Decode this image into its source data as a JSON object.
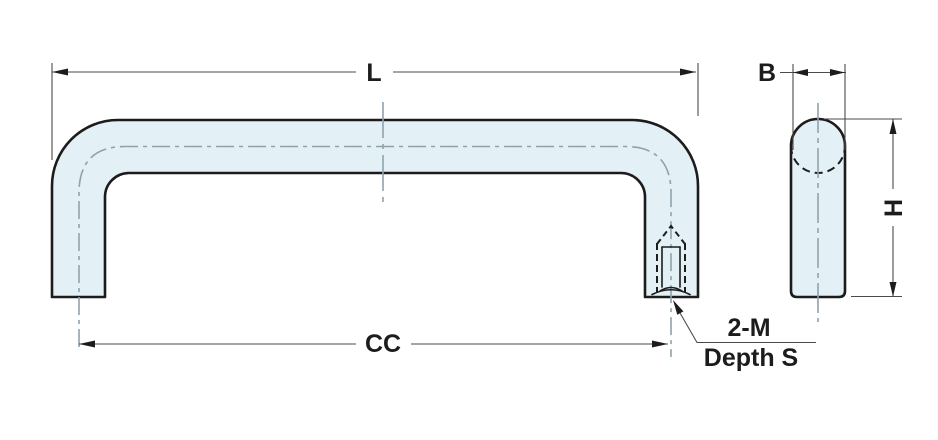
{
  "drawing": {
    "type": "technical-dimension-drawing",
    "subject": "pull-handle",
    "views": [
      "front-view",
      "side-view"
    ]
  },
  "labels": {
    "L": "L",
    "CC": "CC",
    "B": "B",
    "H": "H",
    "thread_count": "2-M",
    "thread_depth": "Depth S"
  },
  "colors": {
    "bg": "#ffffff",
    "part-fill": "#e3f0f6",
    "outline": "#1c1c1c",
    "dim": "#4b4b4b",
    "centerline": "#8fa2ac",
    "label": "#1c1c1c"
  }
}
